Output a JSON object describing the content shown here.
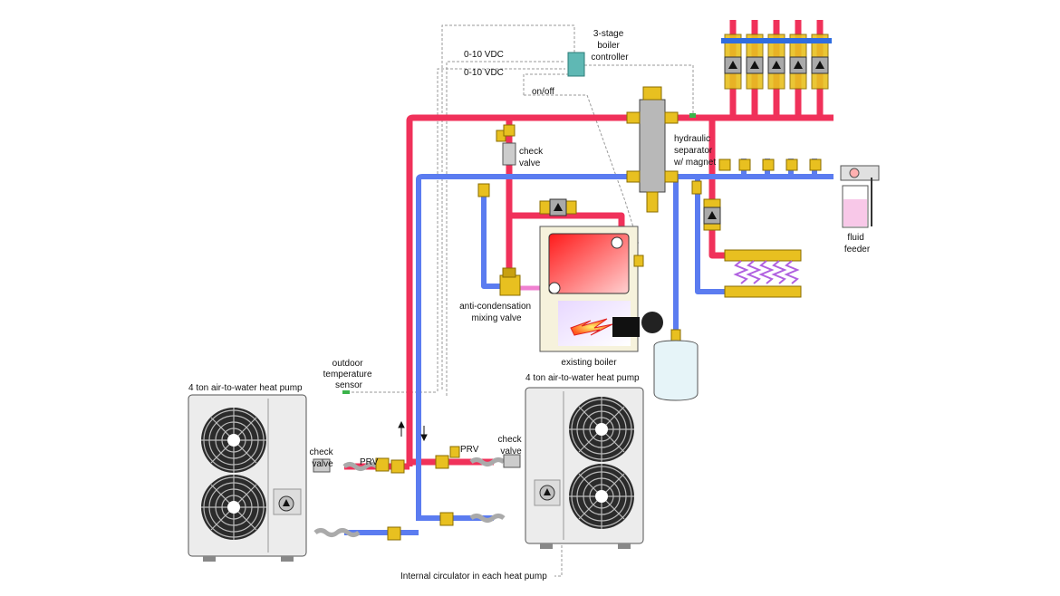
{
  "labels": {
    "controller": [
      "3-stage",
      "boiler",
      "controller"
    ],
    "signal_1": "0-10 VDC",
    "signal_2": "0-10 VDC",
    "on_off": "on/off",
    "check_valve_top": [
      "check",
      "valve"
    ],
    "separator": [
      "hydraulic",
      "separator",
      "w/ magnet"
    ],
    "fluid_feeder": [
      "fluid",
      "feeder"
    ],
    "mixing_valve": [
      "anti-condensation",
      "mixing valve"
    ],
    "boiler": "existing boiler",
    "sensor": [
      "outdoor",
      "temperature",
      "sensor"
    ],
    "heat_pump_left": "4 ton air-to-water heat pump",
    "heat_pump_right": "4 ton air-to-water heat pump",
    "check_valve_left": [
      "check",
      "valve"
    ],
    "check_valve_right": [
      "check",
      "valve"
    ],
    "prv_left": "PRV",
    "prv_right": "PRV",
    "circulator_note": "Internal circulator in each heat pump"
  },
  "colors": {
    "supply": "#f0315a",
    "return": "#5b7cf0",
    "control_wire": "#9a9a9a",
    "brass": "#e8c020",
    "heat_pump_body": "#ececec",
    "controller": "#5fb8b4",
    "mixing_pipe": "#f080d0"
  }
}
